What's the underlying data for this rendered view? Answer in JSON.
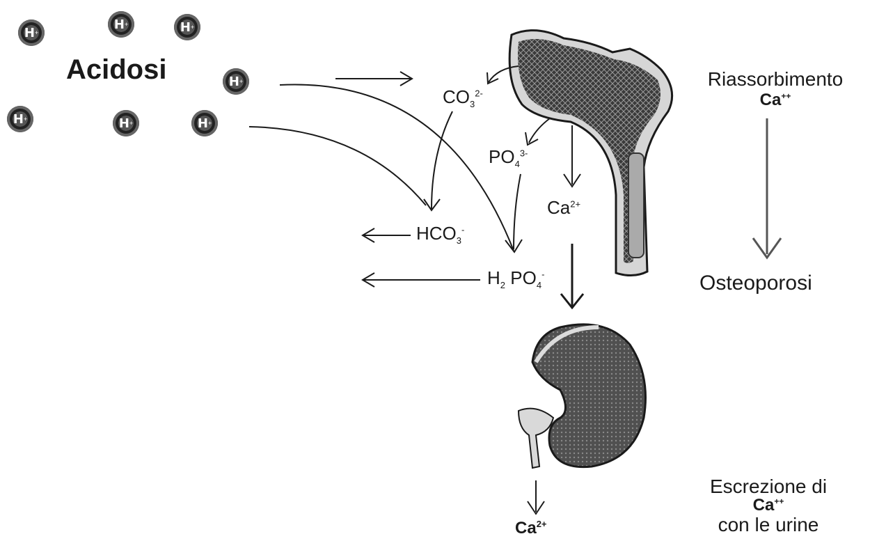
{
  "acidosis_label": "Acidosi",
  "h_ion": {
    "symbol": "H",
    "charge": "+"
  },
  "chemicals": {
    "carbonate": {
      "base": "CO",
      "sub": "3",
      "sup": "2-"
    },
    "phosphate": {
      "base": "PO",
      "sub": "4",
      "sup": "3-"
    },
    "calcium_bone": {
      "base": "Ca",
      "sup": "2+"
    },
    "bicarbonate": {
      "base": "HCO",
      "sub": "3",
      "sup": "-"
    },
    "dihydrogen_phosphate": {
      "base1": "H",
      "sub1": "2",
      "base2": "PO",
      "sub2": "4",
      "sup": "-"
    },
    "calcium_urine": {
      "base": "Ca",
      "sup": "2+"
    }
  },
  "right_labels": {
    "resorption_line1": "Riassorbimento",
    "resorption_ca": "Ca",
    "resorption_ca_sup": "++",
    "osteoporosis": "Osteoporosi",
    "excretion_line1": "Escrezione di",
    "excretion_ca": "Ca",
    "excretion_ca_sup": "++",
    "excretion_line3": "con le urine"
  },
  "colors": {
    "ink": "#1a1a1a",
    "bone_fill": "#4a4a4a",
    "bone_light": "#cfcfcf",
    "kidney_fill": "#555555"
  },
  "icons": [
    "bone-illustration",
    "kidney-illustration",
    "h-ion-icon"
  ]
}
